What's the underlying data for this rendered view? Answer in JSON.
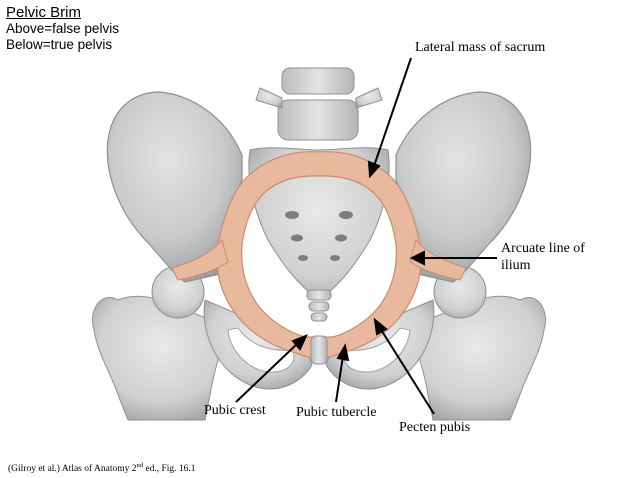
{
  "heading": {
    "title": "Pelvic Brim",
    "line1": "Above=false pelvis",
    "line2": "Below=true pelvis"
  },
  "labels": {
    "lateral_mass": "Lateral mass of sacrum",
    "arcuate_1": "Arcuate line of",
    "arcuate_2": "ilium",
    "pubic_crest": "Pubic crest",
    "pubic_tubercle": "Pubic tubercle",
    "pecten_pubis": "Pecten pubis"
  },
  "citation": {
    "before": "(Gilroy et al.) Atlas of Anatomy 2",
    "sup": "nd",
    "after": " ed., Fig. 16.1"
  },
  "colors": {
    "bone": "#d7d8d8",
    "bone_shadow": "#9fa1a2",
    "brim": "#e9b99d",
    "brim_edge": "#c98c6b"
  }
}
